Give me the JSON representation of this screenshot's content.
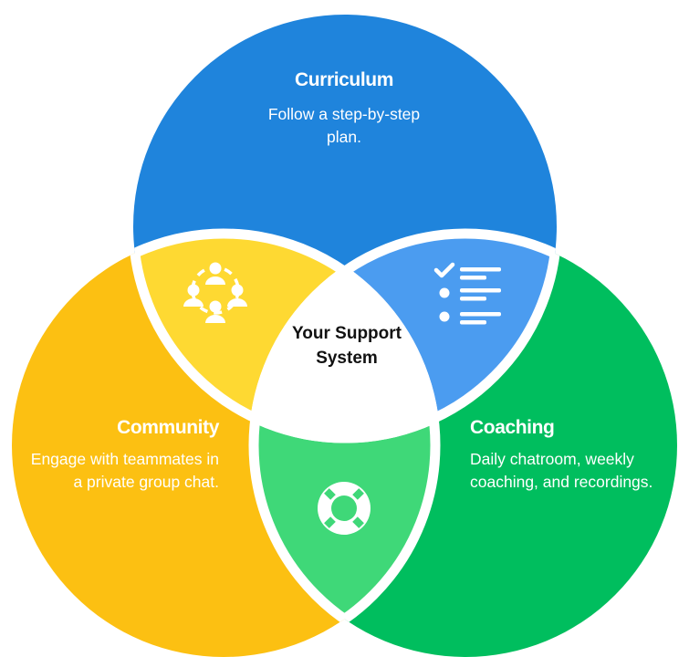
{
  "colors": {
    "curriculum": "#1f84dc",
    "community": "#fcc012",
    "coaching": "#00be5e",
    "overlap_curriculum_community": "#fed932",
    "overlap_curriculum_coaching": "#4b9cf0",
    "overlap_community_coaching": "#3fd878",
    "center": "#ffffff",
    "icon": "#ffffff"
  },
  "center": {
    "label": "Your Support System"
  },
  "sets": {
    "curriculum": {
      "title": "Curriculum",
      "description": "Follow a step-by-step plan."
    },
    "community": {
      "title": "Community",
      "description": "Engage with teammates in a private group chat."
    },
    "coaching": {
      "title": "Coaching",
      "description": "Daily chatroom, weekly coaching, and recordings."
    }
  },
  "icons": {
    "curriculum_community": "community-circle-icon",
    "curriculum_coaching": "checklist-icon",
    "community_coaching": "lifebuoy-icon"
  }
}
